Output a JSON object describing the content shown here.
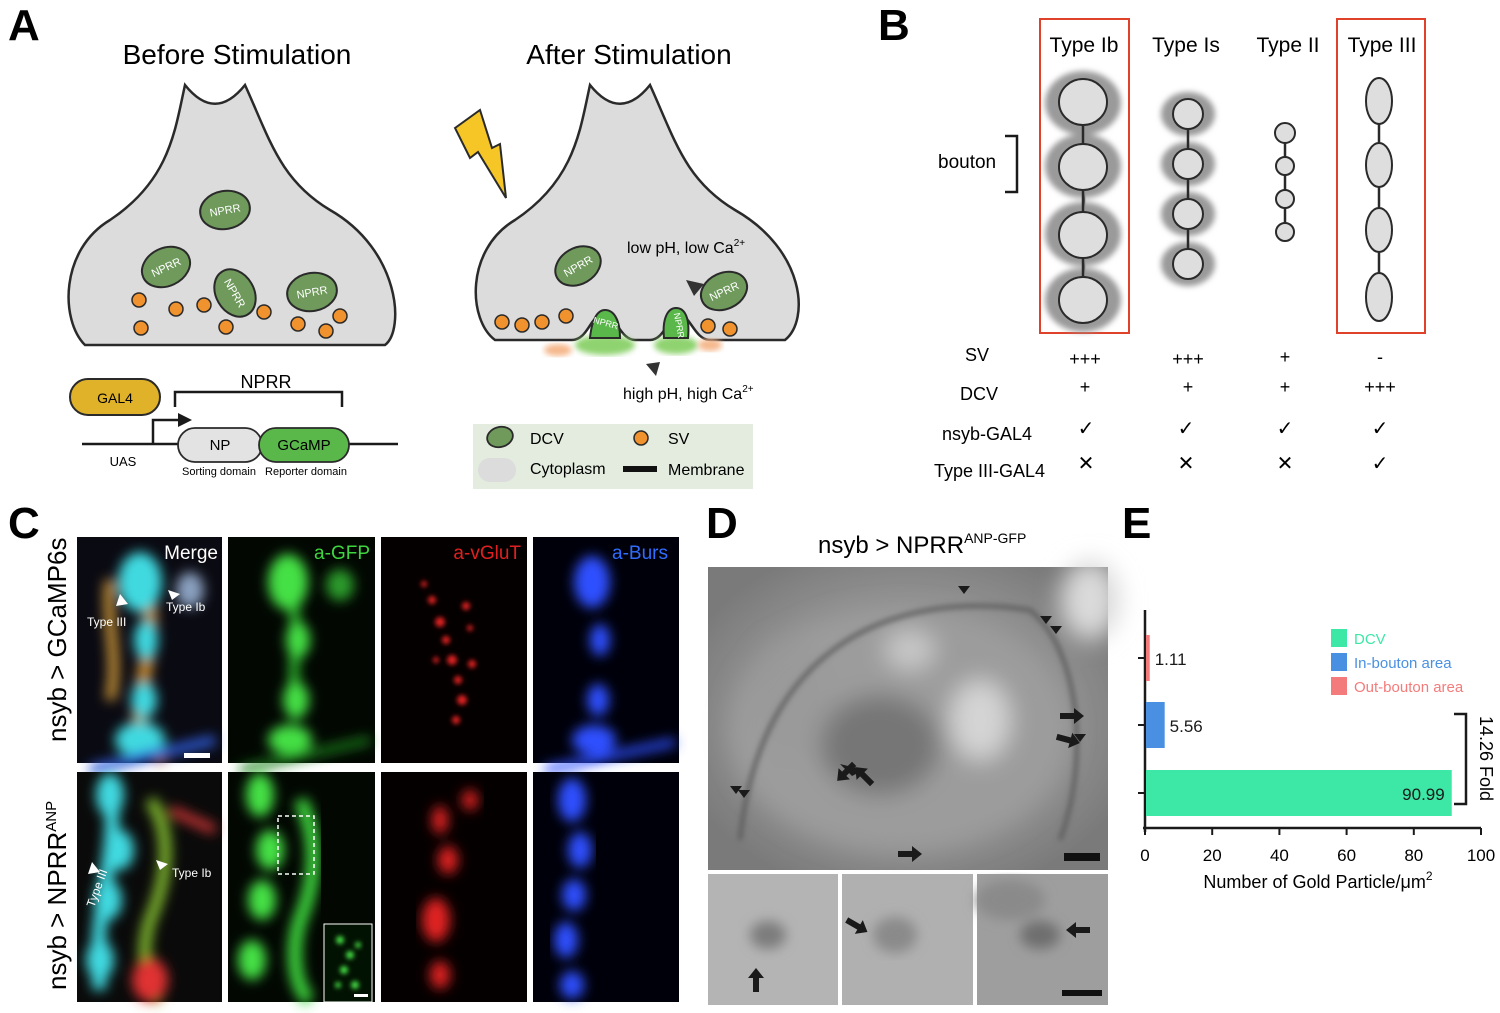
{
  "panel_letters": [
    "A",
    "B",
    "C",
    "D",
    "E"
  ],
  "panelA": {
    "before_title": "Before Stimulation",
    "after_title": "After Stimulation",
    "vesicle_label": "NPRR",
    "low_label": "low pH, low Ca",
    "high_label": "high pH, high Ca",
    "ca_superscript": "2+",
    "construct": {
      "gal4": "GAL4",
      "nprr": "NPRR",
      "uas": "UAS",
      "np": "NP",
      "gcamp": "GCaMP",
      "sorting": "Sorting domain",
      "reporter": "Reporter domain"
    },
    "legend": {
      "dcv": "DCV",
      "sv": "SV",
      "cytoplasm": "Cytoplasm",
      "membrane": "Membrane"
    },
    "colors": {
      "vesicle_green": "#6f9a5c",
      "sv_orange": "#f0922d",
      "cytoplasm": "#dcdcdc",
      "gcamp_green": "#5ab84a",
      "gal4_gold": "#e0b22a",
      "bolt": "#f5c625"
    }
  },
  "panelB": {
    "types": [
      "Type Ib",
      "Type Is",
      "Type II",
      "Type III"
    ],
    "bouton_label": "bouton",
    "row_labels": [
      "SV",
      "DCV",
      "nsyb-GAL4",
      "Type III-GAL4"
    ],
    "sv": [
      "+++",
      "+++",
      "+",
      "-"
    ],
    "dcv": [
      "+",
      "+",
      "+",
      "+++"
    ],
    "nsyb": [
      "check",
      "check",
      "check",
      "check"
    ],
    "typeIII": [
      "cross",
      "cross",
      "cross",
      "check"
    ],
    "check_glyph": "✓",
    "cross_glyph": "✕",
    "highlight_color": "#e0412a"
  },
  "panelC": {
    "row_labels": [
      "nsyb > GCaMP6s",
      "nsyb > NPRR"
    ],
    "row2_superscript": "ANP",
    "channels": [
      "Merge",
      "a-GFP",
      "a-vGluT",
      "a-Burs"
    ],
    "channel_colors": [
      "#ffffff",
      "#3ed63e",
      "#e02020",
      "#2f6cff"
    ],
    "annotations": [
      "Type III",
      "Type Ib"
    ]
  },
  "panelD": {
    "title": "nsyb > NPRR",
    "title_superscript": "ANP-GFP"
  },
  "panelE": {
    "legend": [
      "DCV",
      "In-bouton area",
      "Out-bouton area"
    ],
    "fold_label": "14.26 Fold",
    "xlabel": "Number of Gold Particle/μm",
    "xlabel_superscript": "2"
  },
  "chart_data": {
    "type": "bar",
    "orientation": "horizontal",
    "categories": [
      "Out-bouton area",
      "In-bouton area",
      "DCV"
    ],
    "values": [
      1.11,
      5.56,
      90.99
    ],
    "value_labels": [
      "1.11",
      "5.56",
      "90.99"
    ],
    "colors": [
      "#f47b7b",
      "#4a90e2",
      "#3de8a6"
    ],
    "xlim": [
      0,
      100
    ],
    "xticks": [
      0,
      20,
      40,
      60,
      80,
      100
    ],
    "xlabel": "Number of Gold Particle/μm2",
    "legend": [
      "DCV",
      "In-bouton area",
      "Out-bouton area"
    ],
    "legend_position": "top-right",
    "annotation": "14.26 Fold"
  }
}
